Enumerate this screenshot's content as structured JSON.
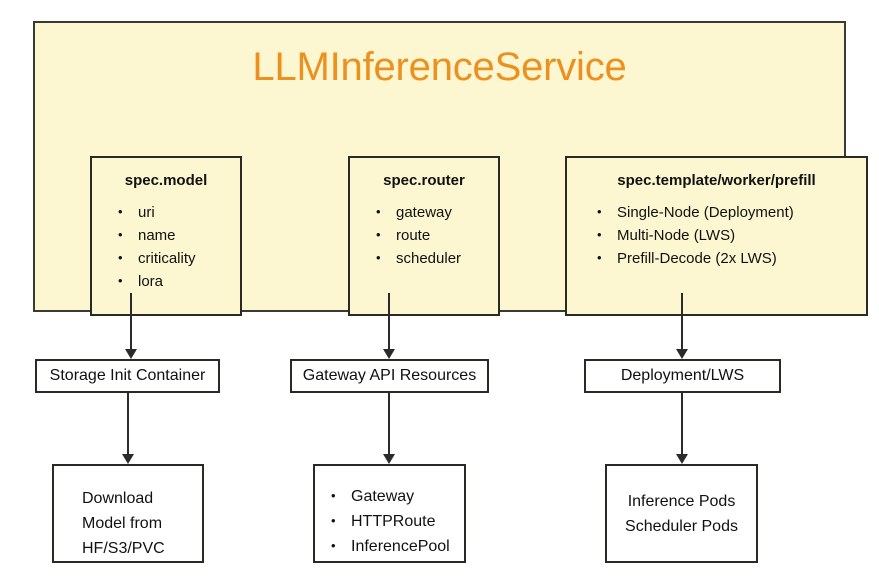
{
  "diagram": {
    "title": "LLMInferenceService",
    "panel_color": "#fcf7d0",
    "title_color": "#ec9020",
    "border_color": "#2a2a24"
  },
  "spec_boxes": [
    {
      "title": "spec.model",
      "items": [
        "uri",
        "name",
        "criticality",
        "lora"
      ]
    },
    {
      "title": "spec.router",
      "items": [
        "gateway",
        "route",
        "scheduler"
      ]
    },
    {
      "title": "spec.template/worker/prefill",
      "items": [
        "Single-Node (Deployment)",
        "Multi-Node (LWS)",
        "Prefill-Decode (2x LWS)"
      ]
    }
  ],
  "middle_boxes": [
    {
      "label": "Storage Init Container"
    },
    {
      "label": "Gateway API Resources"
    },
    {
      "label": "Deployment/LWS"
    }
  ],
  "bottom_boxes": [
    {
      "label": "Download\nModel from\nHF/S3/PVC"
    },
    {
      "items": [
        "Gateway",
        "HTTPRoute",
        "InferencePool"
      ]
    },
    {
      "label": "Inference Pods\nScheduler Pods"
    }
  ]
}
